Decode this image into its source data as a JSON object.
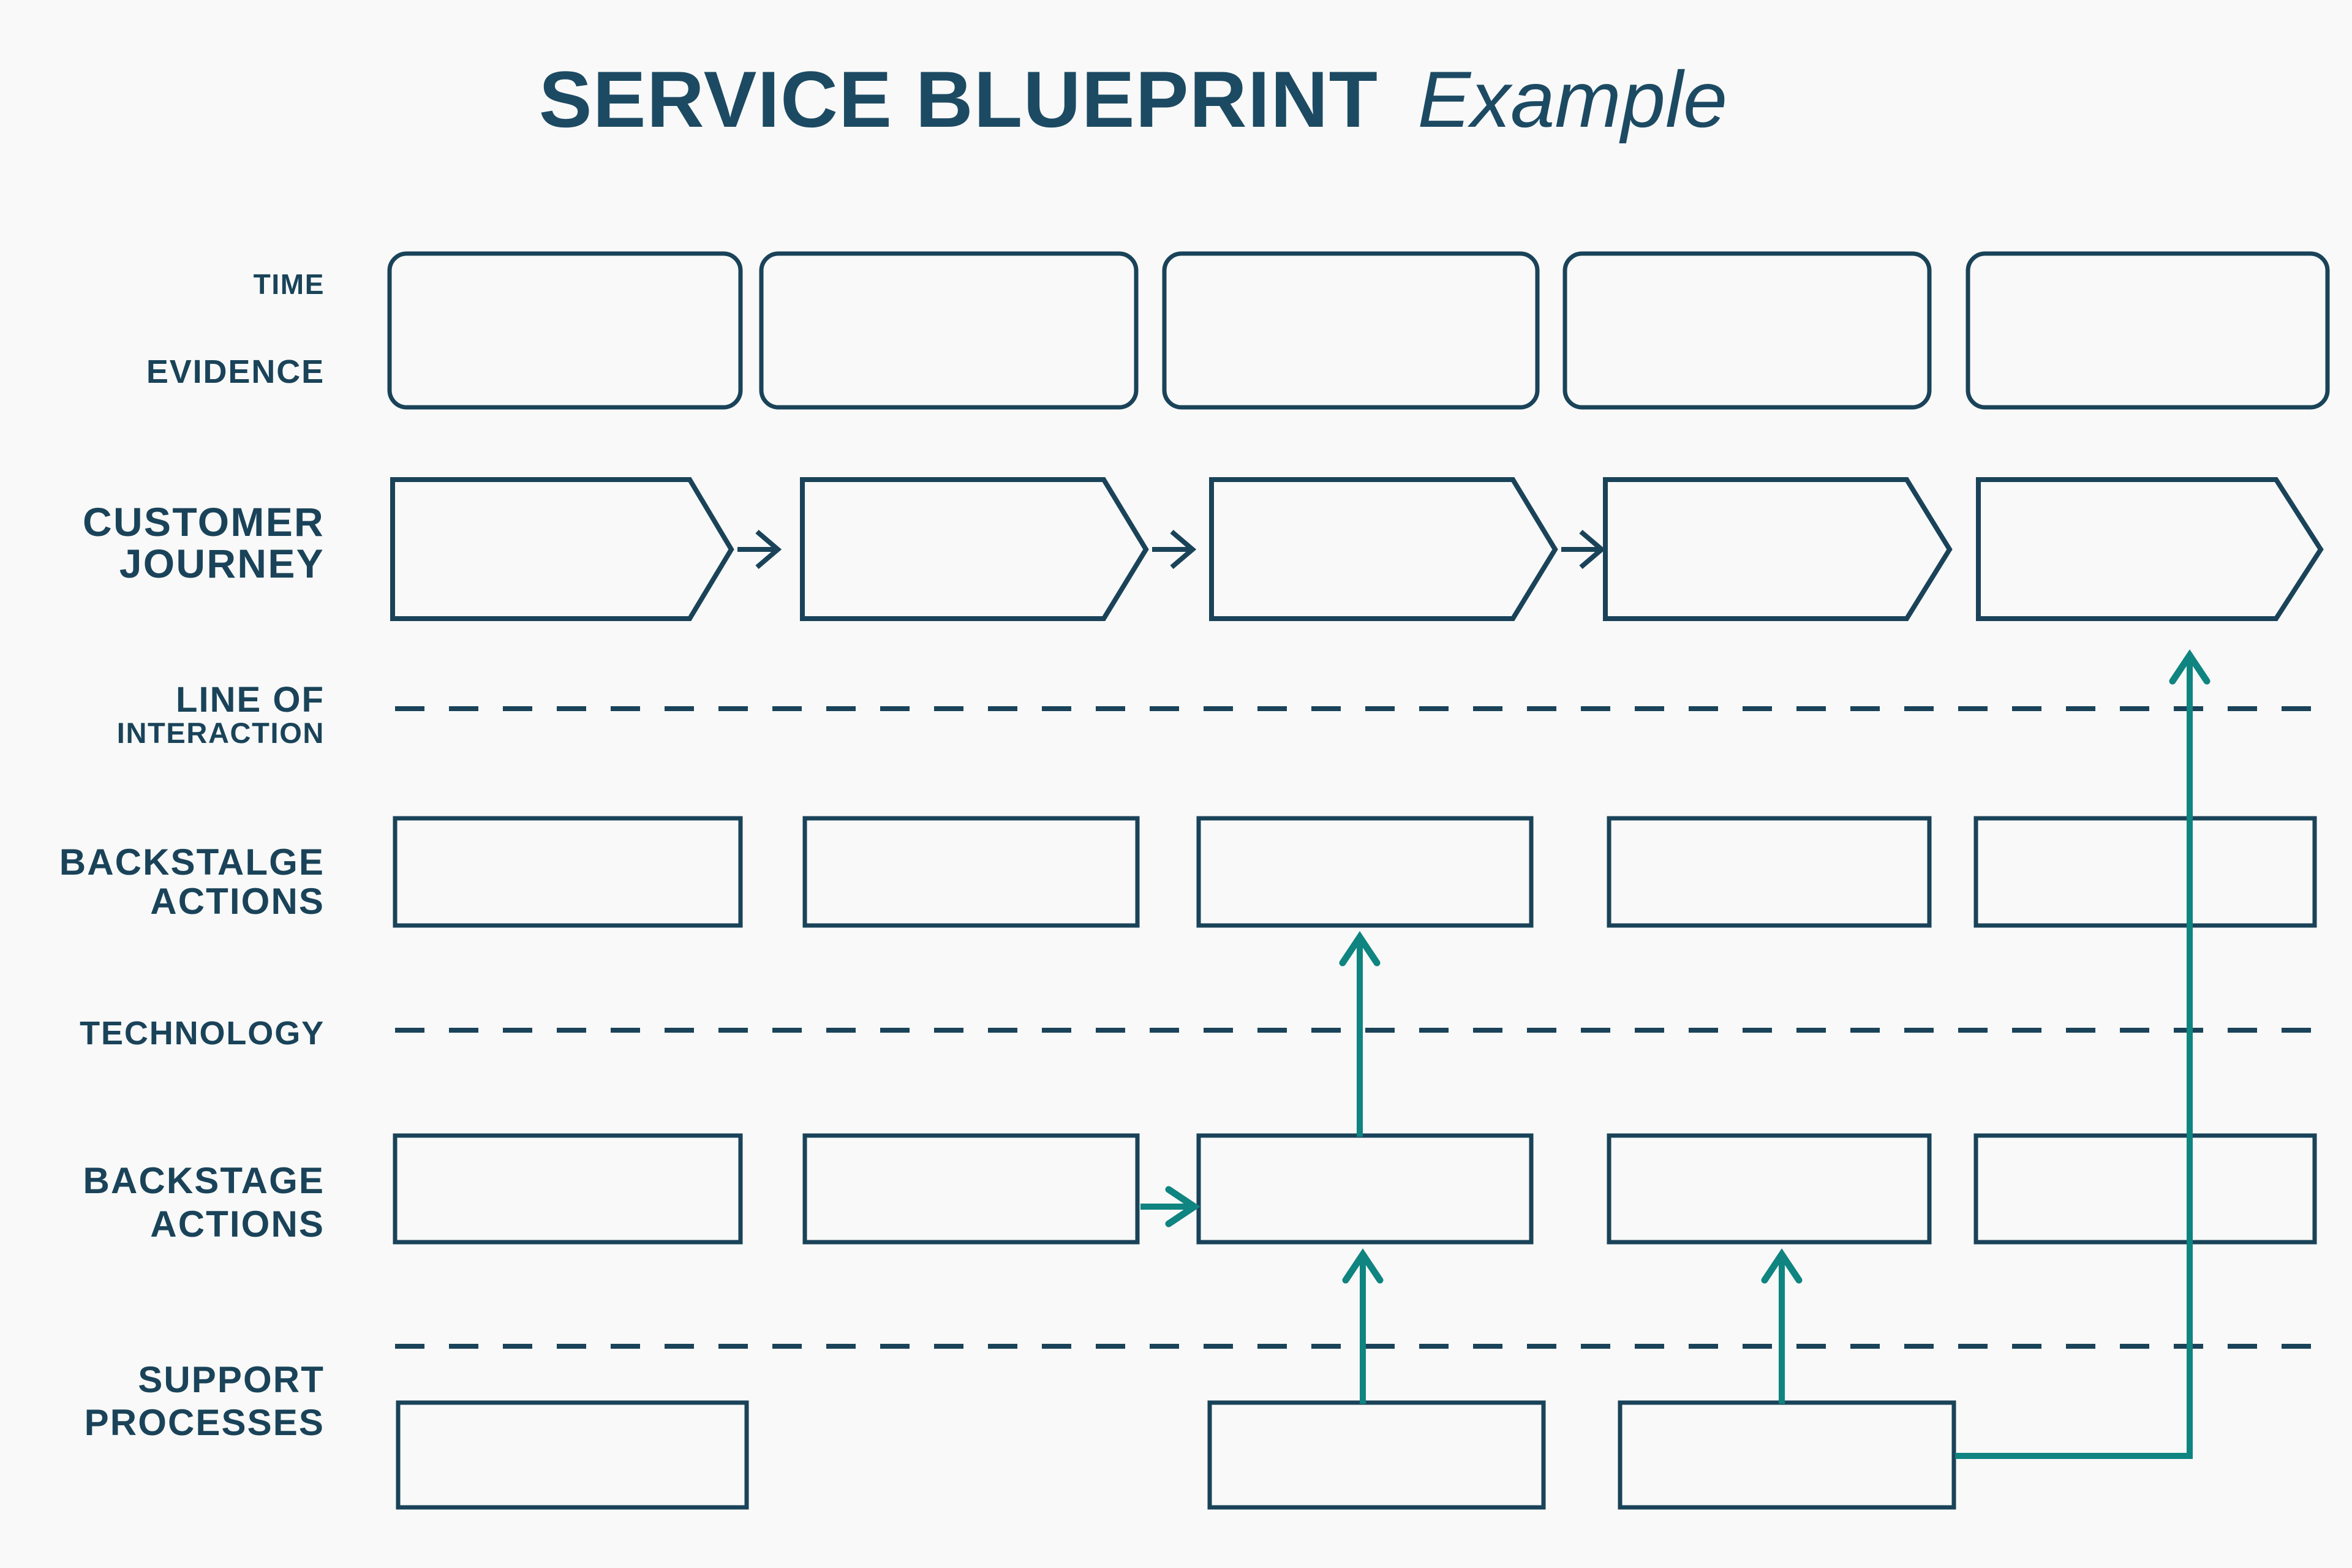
{
  "title": {
    "main": "SERVICE BLUEPRINT",
    "accent": "Example"
  },
  "row_labels": {
    "time": "TIME",
    "evidence": "EVIDENCE",
    "customer_journey_line1": "CUSTOMER",
    "customer_journey_line2": "JOURNEY",
    "line_of_interaction_line1": "LINE OF",
    "line_of_interaction_line2": "INTERACTION",
    "backstalge_actions_line1": "BACKSTALGE",
    "backstalge_actions_line2": "ACTIONS",
    "technology": "TECHNOLOGY",
    "backstage_actions_line1": "BACKSTAGE",
    "backstage_actions_line2": "ACTIONS",
    "support_processes_line1": "SUPPORT",
    "support_processes_line2": "PROCESSES"
  },
  "colors": {
    "background": "#f8f9f8",
    "navy": "#1a4359",
    "title": "#1d4a63",
    "teal": "#0f8480"
  },
  "structure": {
    "evidence_boxes": 5,
    "journey_steps": 5,
    "journey_step_connector_arrows": 3,
    "backstalge_action_boxes": 5,
    "backstage_action_boxes": 5,
    "support_process_boxes": 3,
    "dashed_divider_lines": 3,
    "teal_flow_arrows": 5
  }
}
